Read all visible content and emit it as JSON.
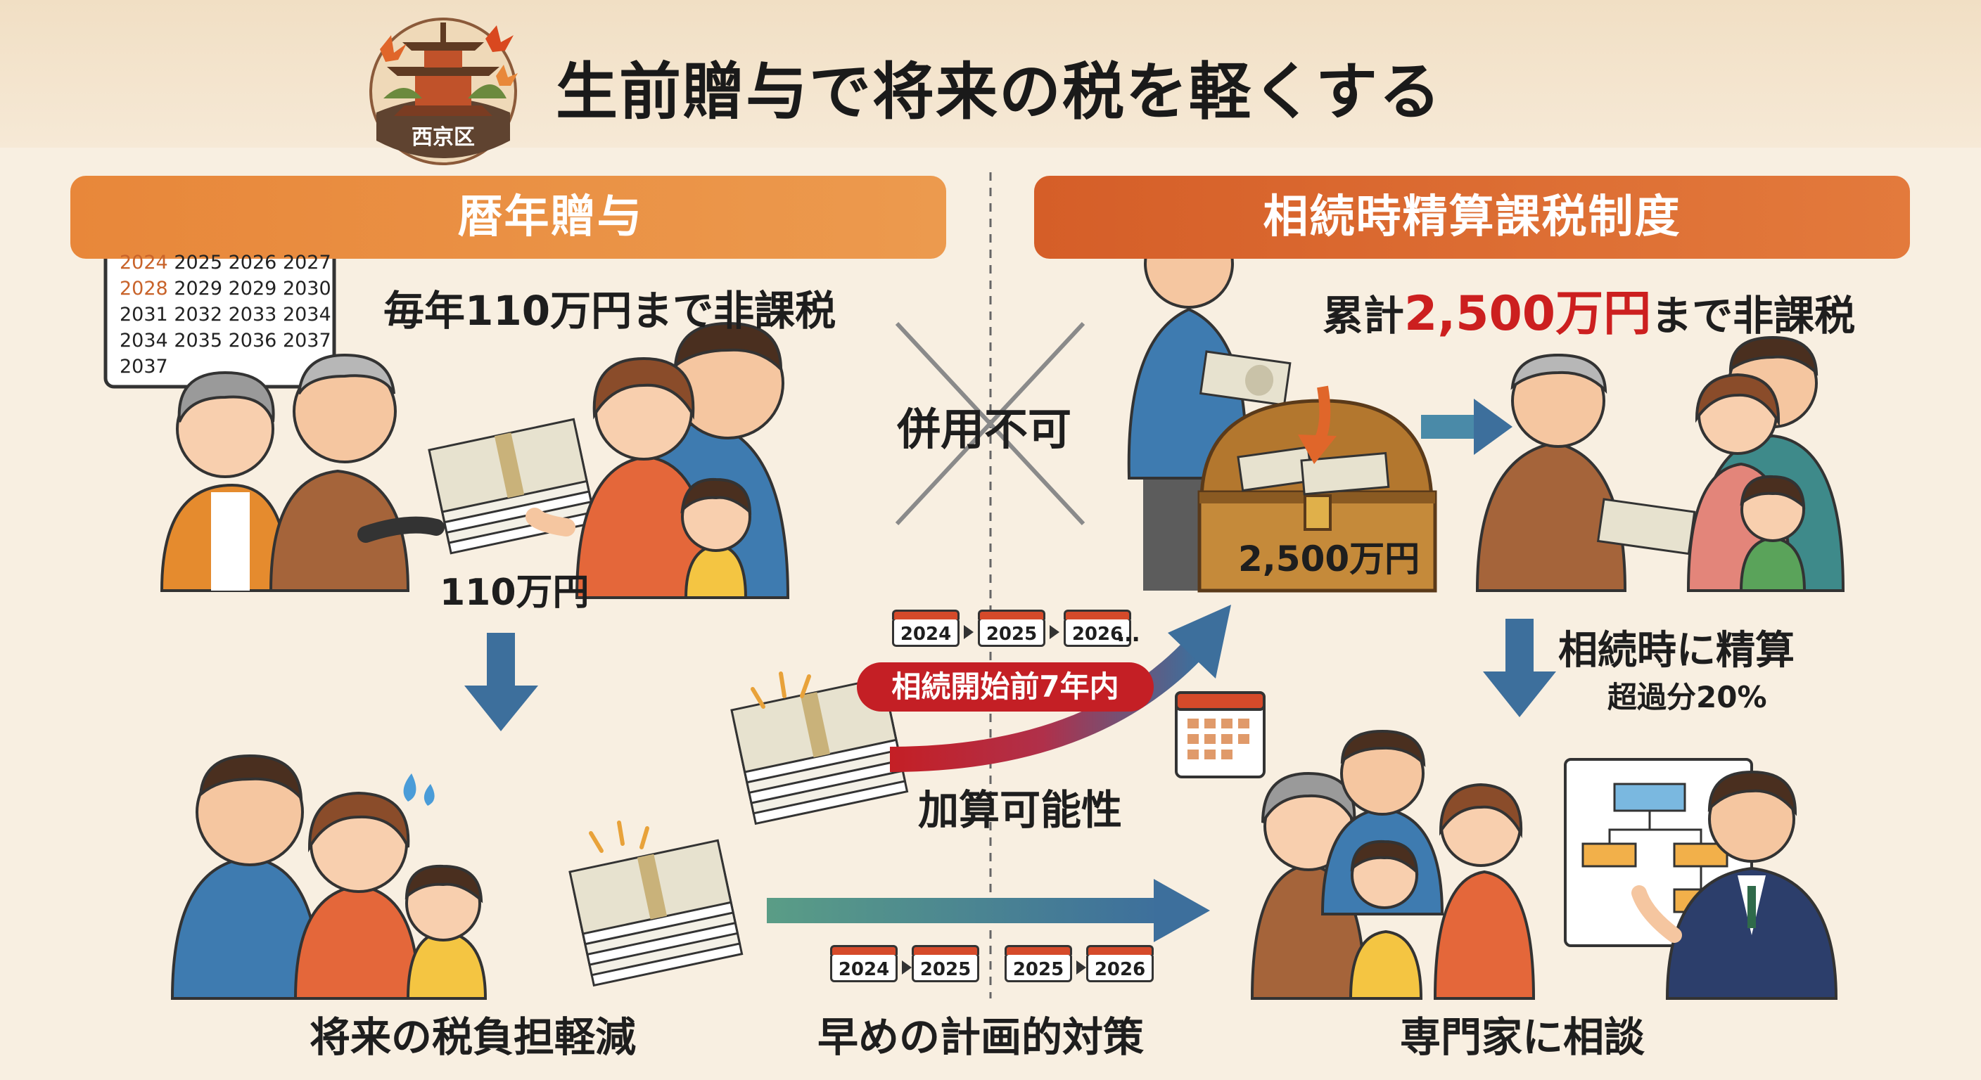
{
  "header": {
    "title": "生前贈与で将来の税を軽くする",
    "emblem_label": "西京区"
  },
  "left_section": {
    "banner": "暦年贈与",
    "exemption": "毎年110万円まで非課税",
    "calendar_rows": [
      [
        "2024",
        "2025",
        "2026",
        "2027"
      ],
      [
        "2028",
        "2029",
        "2029",
        "2030"
      ],
      [
        "2031",
        "2032",
        "2033",
        "2034"
      ],
      [
        "2034",
        "2035",
        "2036",
        "2037"
      ],
      [
        "2037"
      ]
    ],
    "gift_amount": "110万円",
    "result_caption": "将来の税負担軽減"
  },
  "divider": {
    "label": "併用不可"
  },
  "right_section": {
    "banner": "相続時精算課税制度",
    "exemption_prefix": "累計",
    "exemption_highlight": "2,500万円",
    "exemption_suffix": "まで非課税",
    "chest_amount": "2,500万円",
    "settlement_title": "相続時に精算",
    "settlement_sub": "超過分20%",
    "result_caption": "専門家に相談"
  },
  "middle": {
    "year_chips": [
      "2024",
      "2025",
      "2026"
    ],
    "ellipsis": "…",
    "seven_year_label": "相続開始前7年内",
    "add_possibility": "加算可能性",
    "plan_chips": [
      "2024",
      "2025",
      "2025",
      "2026"
    ],
    "plan_caption": "早めの計画的対策"
  },
  "colors": {
    "banner_left": "#e8873a",
    "banner_right": "#d55e28",
    "highlight_red": "#cc1f1f",
    "arrow_blue": "#3d6f9c",
    "arrow_green": "#5a9d86",
    "background": "#f8efe1"
  }
}
